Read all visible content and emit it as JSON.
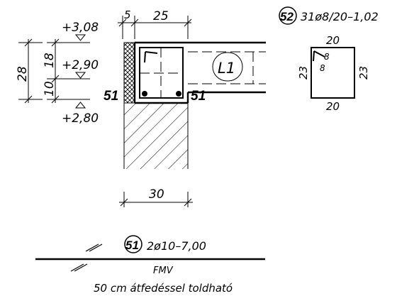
{
  "levels": {
    "top": "+3,08",
    "mid": "+2,90",
    "bottom": "+2,80"
  },
  "vertical_dims": {
    "total": "28",
    "upper": "18",
    "lower": "10"
  },
  "horizontal_dims": {
    "cover": "5",
    "beam_width": "25",
    "wall_width": "30"
  },
  "beam_rebar_mark": "51",
  "slab_label": "L1",
  "stirrup": {
    "mark": "52",
    "spec": "31ø8/20–1,02",
    "top": "20",
    "bottom": "20",
    "left": "23",
    "right": "23"
  },
  "bar_detail": {
    "mark": "51",
    "spec": "2ø10–7,00",
    "type": "FMV",
    "note": "50 cm átfedéssel toldható"
  }
}
